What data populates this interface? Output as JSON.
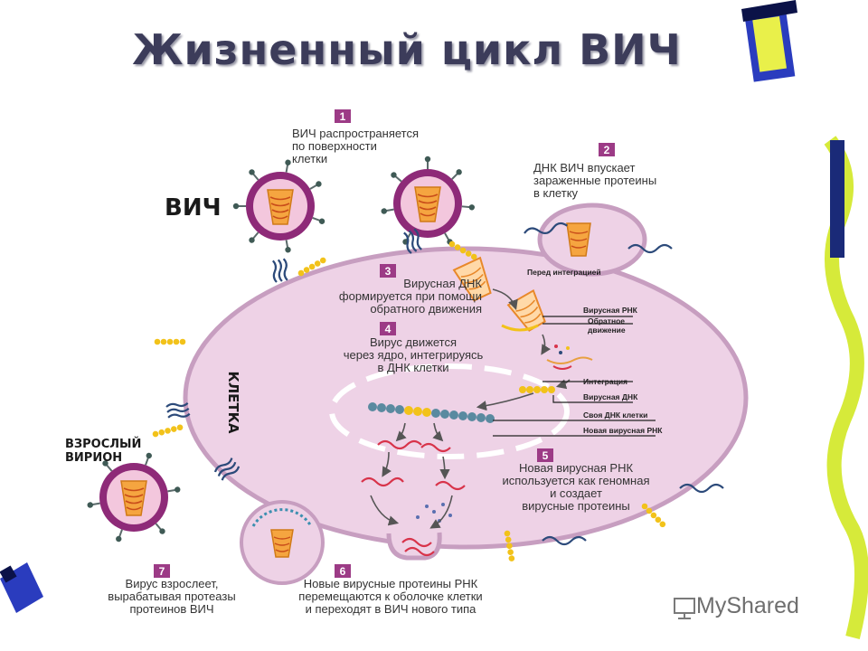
{
  "title": "Жизненный цикл ВИЧ",
  "labels": {
    "hiv": "ВИЧ",
    "cell": "КЛЕТКА",
    "adult_virion_1": "ВЗРОСЛЫЙ",
    "adult_virion_2": "ВИРИОН",
    "before_integration": "Перед интеграцией",
    "viral_rna": "Вирусная РНК",
    "reverse_1": "Обратное",
    "reverse_2": "движение",
    "integration": "Интеграция",
    "viral_dna": "Вирусная ДНК",
    "own_dna": "Своя ДНК клетки",
    "new_viral_rna": "Новая вирусная РНК"
  },
  "steps": [
    {
      "num": "1",
      "lines": [
        "ВИЧ распространяется",
        "по поверхности",
        "клетки"
      ]
    },
    {
      "num": "2",
      "lines": [
        "ДНК ВИЧ впускает",
        "зараженные протеины",
        "в клетку"
      ]
    },
    {
      "num": "3",
      "lines": [
        "Вирусная ДНК",
        "формируется при помощи",
        "обратного движения"
      ]
    },
    {
      "num": "4",
      "lines": [
        "Вирус движется",
        "через ядро, интегрируясь",
        "в ДНК клетки"
      ]
    },
    {
      "num": "5",
      "lines": [
        "Новая вирусная РНК",
        "используется как геномная",
        "и создает",
        "вирусные протеины"
      ]
    },
    {
      "num": "6",
      "lines": [
        "Новые вирусные протеины РНК",
        "перемещаются к оболочке клетки",
        "и переходят в ВИЧ нового типа"
      ]
    },
    {
      "num": "7",
      "lines": [
        "Вирус взрослеет,",
        "вырабатывая протеазы",
        "протеинов ВИЧ"
      ]
    }
  ],
  "watermark": "MyShared",
  "colors": {
    "cell": "#eed2e6",
    "cell_border": "#c79ec0",
    "virus": "#8e2a78",
    "step_badge": "#9c3b86",
    "rna": "#d8334a",
    "dna": "#5a8aa0"
  }
}
